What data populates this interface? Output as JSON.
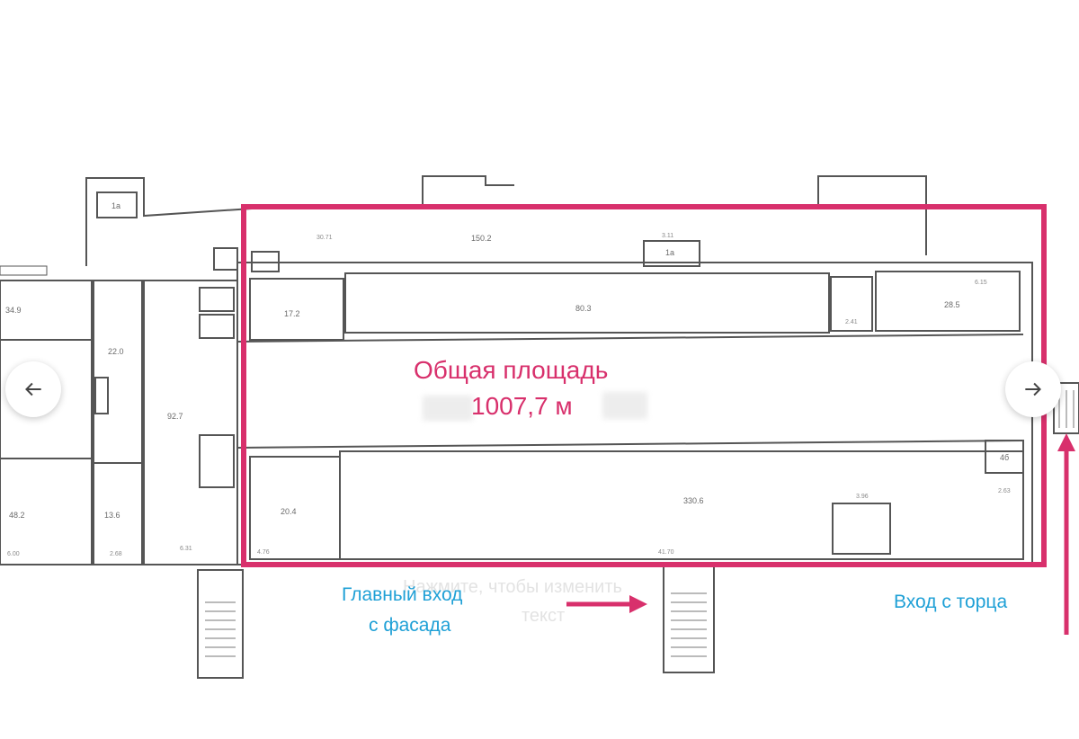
{
  "overlay": {
    "area_title": "Общая площадь",
    "area_value": "1007,7 м",
    "main_entrance_line1": "Главный вход",
    "main_entrance_line2": "с фасада",
    "end_entrance": "Вход с торца",
    "placeholder_line1": "Нажмите, чтобы изменить",
    "placeholder_line2": "текст"
  },
  "rooms": {
    "r1a": "1а",
    "r2": "30.71",
    "r3": "150.2",
    "r4": "1а",
    "r5": "3.11",
    "r6": "80.3",
    "r7": "17.2",
    "r8": "28.5",
    "r9": "34.9",
    "r10": "22.0",
    "r11": "92.7",
    "r12": "48.2",
    "r13": "13.6",
    "r14": "20.4",
    "r15": "330.6",
    "r16": "4б",
    "r17": "3.96",
    "r18": "41.70",
    "r19": "6.00",
    "r20": "2.68",
    "r21": "6.31",
    "r22": "4.76",
    "r23": "6.15",
    "r24": "2.41",
    "r25": "2.63"
  },
  "colors": {
    "highlight": "#d8306c",
    "entrance_text": "#1fa0d6",
    "walls": "#555555"
  },
  "icons": {
    "prev": "arrow-left-icon",
    "next": "arrow-right-icon"
  }
}
